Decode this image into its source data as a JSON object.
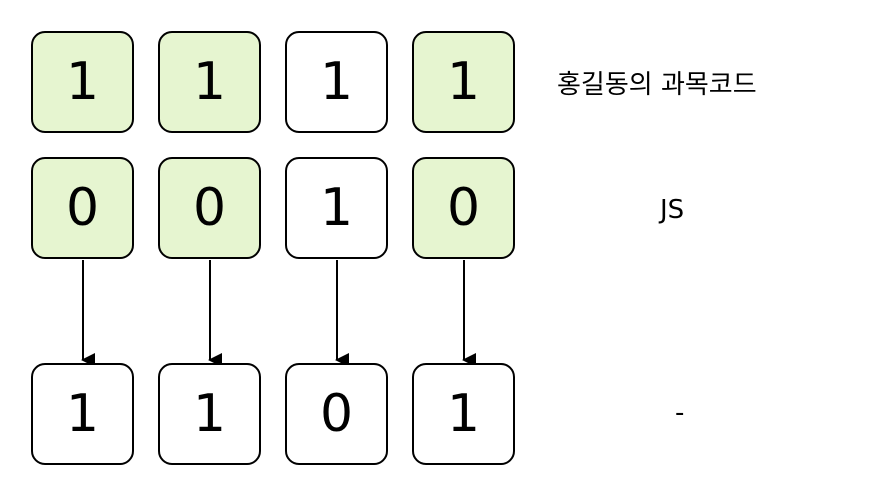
{
  "colors": {
    "highlight": "#e6f5d0",
    "plain": "#ffffff",
    "stroke": "#000000"
  },
  "rows": [
    {
      "label": "홍길동의 과목코드",
      "cells": [
        {
          "value": "1",
          "highlight": true
        },
        {
          "value": "1",
          "highlight": true
        },
        {
          "value": "1",
          "highlight": false
        },
        {
          "value": "1",
          "highlight": true
        }
      ]
    },
    {
      "label": "JS",
      "cells": [
        {
          "value": "0",
          "highlight": true
        },
        {
          "value": "0",
          "highlight": true
        },
        {
          "value": "1",
          "highlight": false
        },
        {
          "value": "0",
          "highlight": true
        }
      ]
    },
    {
      "label": "-",
      "cells": [
        {
          "value": "1",
          "highlight": false
        },
        {
          "value": "1",
          "highlight": false
        },
        {
          "value": "0",
          "highlight": false
        },
        {
          "value": "1",
          "highlight": false
        }
      ]
    }
  ]
}
